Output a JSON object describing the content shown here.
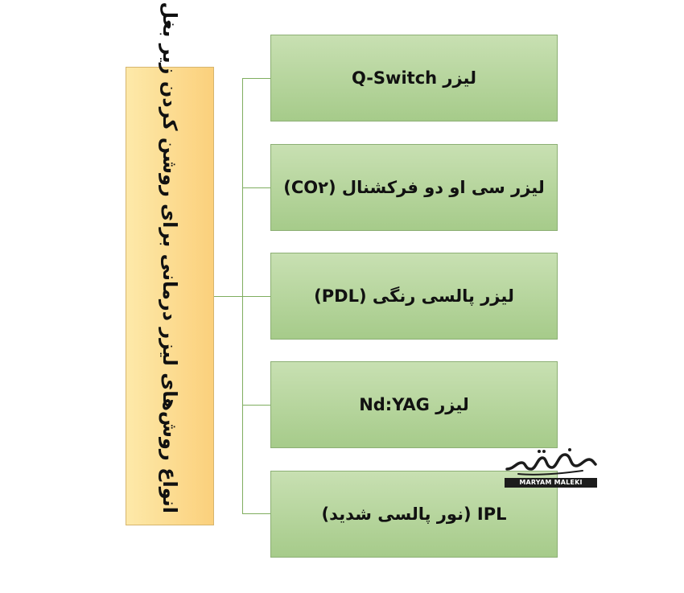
{
  "diagram": {
    "root": {
      "label": "انواع روش‌های لیزر درمانی برای روشن کردن زیر بغل"
    },
    "children": [
      {
        "label": "لیزر Q-Switch"
      },
      {
        "label": "لیزر سی او دو فرکشنال (CO۲)"
      },
      {
        "label": "لیزر پالسی رنگی (PDL)"
      },
      {
        "label": "لیزر Nd:YAG"
      },
      {
        "label": "IPL (نور پالسی شدید)"
      }
    ]
  },
  "watermark": {
    "text": "MARYAM MALEKI"
  },
  "colors": {
    "root_fill": "#fbd07c",
    "child_fill": "#b5d59b",
    "connector": "#7fae5f"
  }
}
